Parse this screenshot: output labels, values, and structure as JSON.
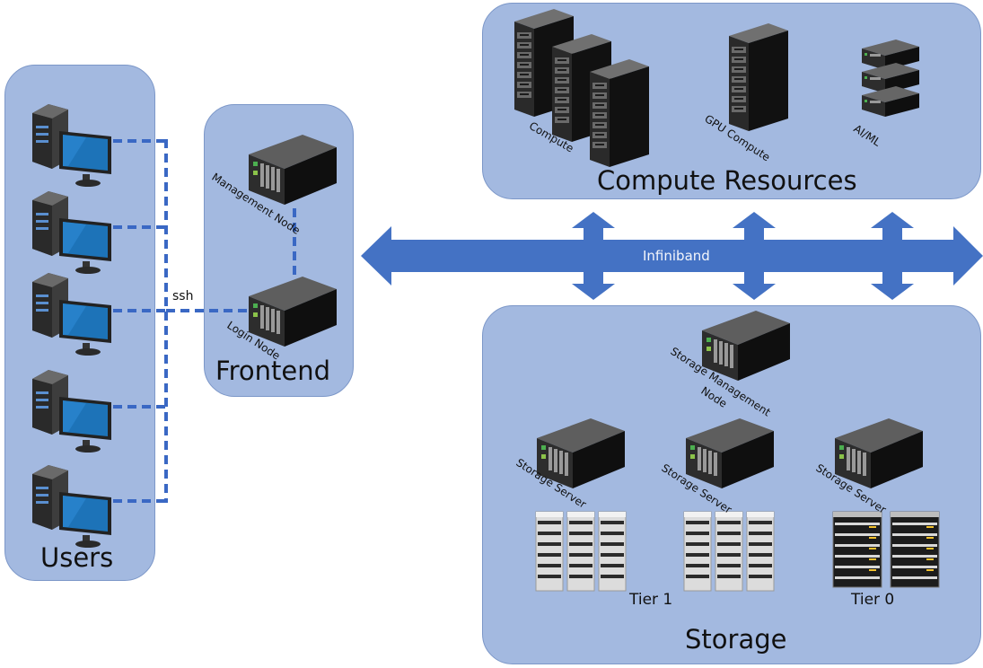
{
  "panels": {
    "users": "Users",
    "frontend": "Frontend",
    "compute": "Compute Resources",
    "storage": "Storage"
  },
  "connections": {
    "ssh": "ssh",
    "network": "Infiniband"
  },
  "nodes": {
    "management": "Management Node",
    "login": "Login Node",
    "compute": "Compute",
    "gpu_compute": "GPU Compute",
    "ai_ml": "AI/ML",
    "storage_mgmt_line1": "Storage Management",
    "storage_mgmt_line2": "Node",
    "storage_server_1": "Storage Server",
    "storage_server_2": "Storage Server",
    "storage_server_3": "Storage Server"
  },
  "tiers": {
    "tier1": "Tier 1",
    "tier0": "Tier 0"
  },
  "colors": {
    "panel": "#a3b9e0",
    "arrow": "#4472c4",
    "dashed_link": "#3a68c4"
  }
}
